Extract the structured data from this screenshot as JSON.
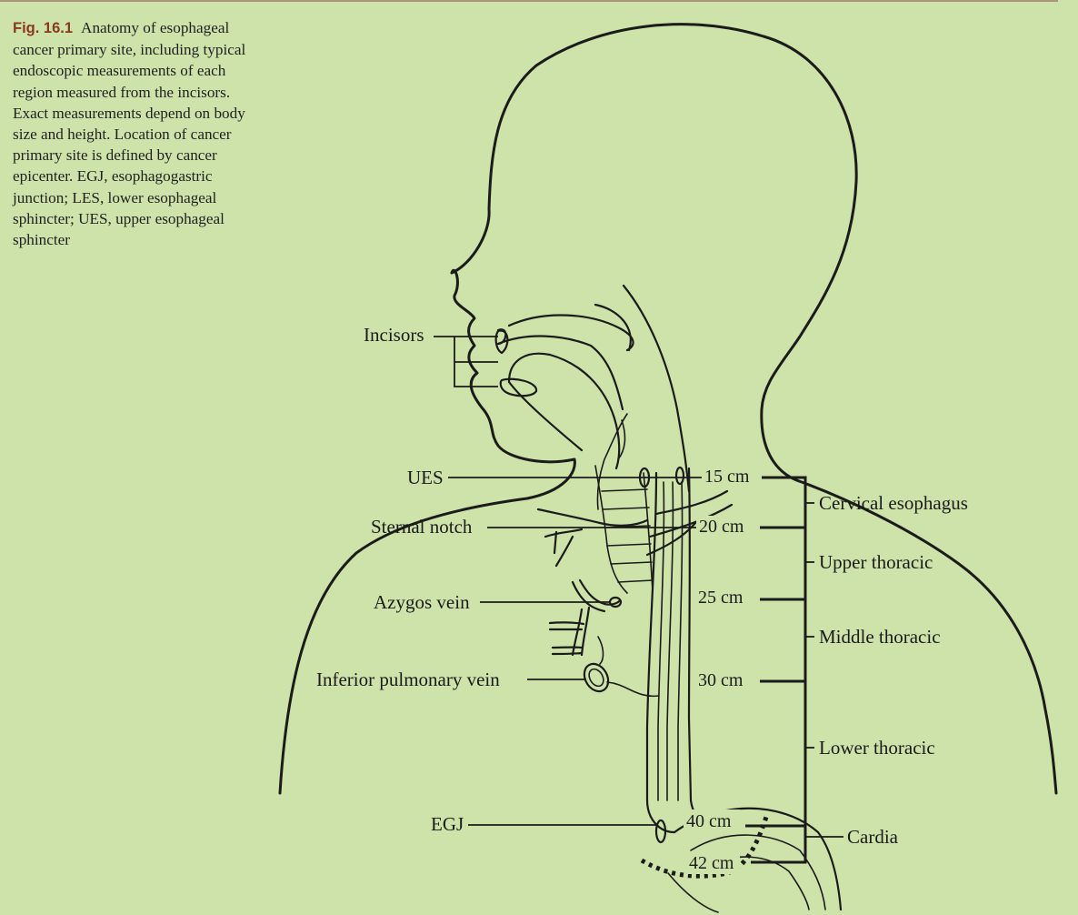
{
  "caption": {
    "figure_label": "Fig. 16.1",
    "text": "Anatomy of esophageal cancer primary site, including typical endoscopic measurements of each region measured from the incisors. Exact measurements depend on body size and height. Location of cancer primary site is defined by cancer epicenter. EGJ, esophagogastric junction; LES, lower esophageal sphincter; UES, upper esophageal sphincter"
  },
  "anatomy_labels": {
    "incisors": "Incisors",
    "ues": "UES",
    "sternal_notch": "Sternal notch",
    "azygos_vein": "Azygos vein",
    "inferior_pulmonary_vein": "Inferior pulmonary vein",
    "egj": "EGJ"
  },
  "measurements": [
    "15 cm",
    "20 cm",
    "25 cm",
    "30 cm",
    "40 cm",
    "42 cm"
  ],
  "regions": {
    "cervical": "Cervical esophagus",
    "upper_thoracic": "Upper thoracic",
    "middle_thoracic": "Middle thoracic",
    "lower_thoracic": "Lower thoracic",
    "cardia": "Cardia"
  },
  "colors": {
    "background": "#cde3aa",
    "figure_label": "#8a3a1c",
    "line": "#1b1b1b"
  }
}
